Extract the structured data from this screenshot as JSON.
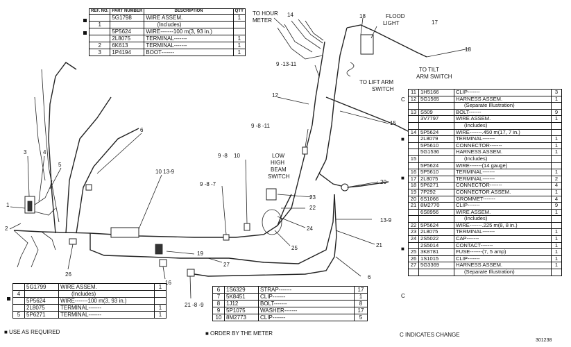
{
  "top_table": {
    "headers": [
      "REF. NO.",
      "PART NUMBER",
      "DESCRIPTION",
      "QTY"
    ],
    "rows": [
      {
        "ref": "",
        "pn": "5G1798",
        "desc": "WIRE ASSEM.",
        "qty": "1",
        "mark": "square"
      },
      {
        "ref": "1",
        "pn": "",
        "desc": "(Includes)",
        "qty": ""
      },
      {
        "ref": "",
        "pn": "5P5624",
        "desc": "WIRE-------100 m(3, 93 in.)",
        "qty": ""
      },
      {
        "ref": "",
        "pn": "2L8075",
        "desc": "TERMINAL-------",
        "qty": "1"
      },
      {
        "ref": "2",
        "pn": "6K613",
        "desc": "TERMINAL-------",
        "qty": "1"
      },
      {
        "ref": "3",
        "pn": "1P4194",
        "desc": "BOOT-------",
        "qty": "1"
      }
    ]
  },
  "bottom_left_table": {
    "rows": [
      {
        "ref": "",
        "pn": "5G1799",
        "desc": "WIRE ASSEM.",
        "qty": "1"
      },
      {
        "ref": "4",
        "pn": "",
        "desc": "(Includes)",
        "qty": ""
      },
      {
        "ref": "",
        "pn": "5P5624",
        "desc": "WIRE-------100 m(3, 93 in.)",
        "qty": ""
      },
      {
        "ref": "",
        "pn": "2L8075",
        "desc": "TERMINAL-------",
        "qty": "1"
      },
      {
        "ref": "5",
        "pn": "5P6271",
        "desc": "TERMINAL-------",
        "qty": "1"
      }
    ],
    "footnote": "■ USE AS REQUIRED"
  },
  "bottom_mid_table": {
    "rows": [
      {
        "ref": "6",
        "pn": "1S6329",
        "desc": "STRAP-------",
        "qty": "17"
      },
      {
        "ref": "7",
        "pn": "5K8451",
        "desc": "CLIP-------",
        "qty": "1"
      },
      {
        "ref": "8",
        "pn": "1J12",
        "desc": "BOLT-------",
        "qty": "8"
      },
      {
        "ref": "9",
        "pn": "5P1075",
        "desc": "WASHER-------",
        "qty": "17"
      },
      {
        "ref": "10",
        "pn": "8M2773",
        "desc": "CLIP-------",
        "qty": "5"
      }
    ],
    "footnote": "■ ORDER BY THE METER"
  },
  "right_table": {
    "rows": [
      {
        "ref": "11",
        "pn": "1H5166",
        "desc": "CLIP-------",
        "qty": "3",
        "side": ""
      },
      {
        "ref": "12",
        "pn": "5G1565",
        "desc": "HARNESS ASSEM.",
        "qty": "1",
        "side": "C"
      },
      {
        "ref": "",
        "pn": "",
        "desc": "(Separate Illustration)",
        "qty": "",
        "side": ""
      },
      {
        "ref": "13",
        "pn": "S509",
        "desc": "BOLT-------",
        "qty": "9",
        "side": ""
      },
      {
        "ref": "",
        "pn": "3V7797",
        "desc": "WIRE ASSEM.",
        "qty": "1",
        "side": ""
      },
      {
        "ref": "",
        "pn": "",
        "desc": "(Includes)",
        "qty": "",
        "side": ""
      },
      {
        "ref": "14",
        "pn": "5P5624",
        "desc": "WIRE-------.450 m(17, 7 in.)",
        "qty": "",
        "side": "■"
      },
      {
        "ref": "",
        "pn": "2L8079",
        "desc": "TERMINAL-------",
        "qty": "1",
        "side": ""
      },
      {
        "ref": "",
        "pn": "5P5610",
        "desc": "CONNECTOR-------",
        "qty": "1",
        "side": ""
      },
      {
        "ref": "",
        "pn": "5G1536",
        "desc": "HARNESS ASSEM.",
        "qty": "1",
        "side": ""
      },
      {
        "ref": "15",
        "pn": "",
        "desc": "(Includes)",
        "qty": "",
        "side": ""
      },
      {
        "ref": "",
        "pn": "5P5624",
        "desc": "WIRE-------(14 gauge)",
        "qty": "",
        "side": "■"
      },
      {
        "ref": "16",
        "pn": "5P5610",
        "desc": "TERMINAL-------",
        "qty": "1",
        "side": ""
      },
      {
        "ref": "17",
        "pn": "2L8075",
        "desc": "TERMINAL-------",
        "qty": "2",
        "side": ""
      },
      {
        "ref": "18",
        "pn": "5P6271",
        "desc": "CONNECTOR-------",
        "qty": "4",
        "side": ""
      },
      {
        "ref": "19",
        "pn": "7P292",
        "desc": "CONNECTOR ASSEM.",
        "qty": "1",
        "side": ""
      },
      {
        "ref": "20",
        "pn": "6S1066",
        "desc": "GROMMET-------",
        "qty": "4",
        "side": ""
      },
      {
        "ref": "21",
        "pn": "8M2770",
        "desc": "CLIP-------",
        "qty": "9",
        "side": ""
      },
      {
        "ref": "",
        "pn": "6S8956",
        "desc": "WIRE ASSEM.",
        "qty": "1",
        "side": ""
      },
      {
        "ref": "",
        "pn": "",
        "desc": "(Includes)",
        "qty": "",
        "side": ""
      },
      {
        "ref": "22",
        "pn": "5P5624",
        "desc": "WIRE-------.225 m(8, 8 in.)",
        "qty": "",
        "side": "■"
      },
      {
        "ref": "23",
        "pn": "2L8075",
        "desc": "TERMINAL-------",
        "qty": "1",
        "side": ""
      },
      {
        "ref": "24",
        "pn": "2S5022",
        "desc": "CAP-------",
        "qty": "1",
        "side": ""
      },
      {
        "ref": "",
        "pn": "2S5014",
        "desc": "CONTACT-------",
        "qty": "1",
        "side": ""
      },
      {
        "ref": "25",
        "pn": "3K8781",
        "desc": "FUSE-------(7, 5 amp)",
        "qty": "1",
        "side": ""
      },
      {
        "ref": "26",
        "pn": "1S1015",
        "desc": "CLIP-------",
        "qty": "1",
        "side": ""
      },
      {
        "ref": "27",
        "pn": "5G3369",
        "desc": "HARNESS ASSEM.",
        "qty": "1",
        "side": "C"
      },
      {
        "ref": "",
        "pn": "",
        "desc": "(Separate Illustration)",
        "qty": "",
        "side": ""
      }
    ],
    "footnote": "C INDICATES CHANGE",
    "figure_id": "301238"
  },
  "diagram_labels": {
    "to_hour_meter": [
      "TO HOUR",
      "METER"
    ],
    "flood_light": [
      "FLOOD",
      "LIGHT"
    ],
    "to_lift_arm": [
      "TO LIFT ARM",
      "SWITCH"
    ],
    "to_tilt_arm": [
      "TO TILT",
      "ARM SWITCH"
    ],
    "low_high_beam": [
      "LOW",
      "HIGH",
      "BEAM",
      "SWITCH"
    ]
  },
  "callouts": {
    "c1": "1",
    "c2": "2",
    "c3": "3",
    "c4": "4",
    "c5": "5",
    "c6a": "6",
    "c6b": "6",
    "c10": "10",
    "c10_13_9": "10 13-9",
    "c9_8": "9 -8",
    "c9_8_7": "9 -8 -7",
    "c9_8_11": "9 -8 -11",
    "c9_13_11": "9 -13-11",
    "c12": "12",
    "c14": "14",
    "c15": "15",
    "c16": "16",
    "c17": "17",
    "c18a": "18",
    "c18b": "18",
    "c19": "19",
    "c20": "20",
    "c21": "21",
    "c22": "22",
    "c23": "23",
    "c24": "24",
    "c25": "25",
    "c26": "26",
    "c27": "27",
    "c13_9": "13-9",
    "c21_8_9": "21 -8 -9"
  }
}
